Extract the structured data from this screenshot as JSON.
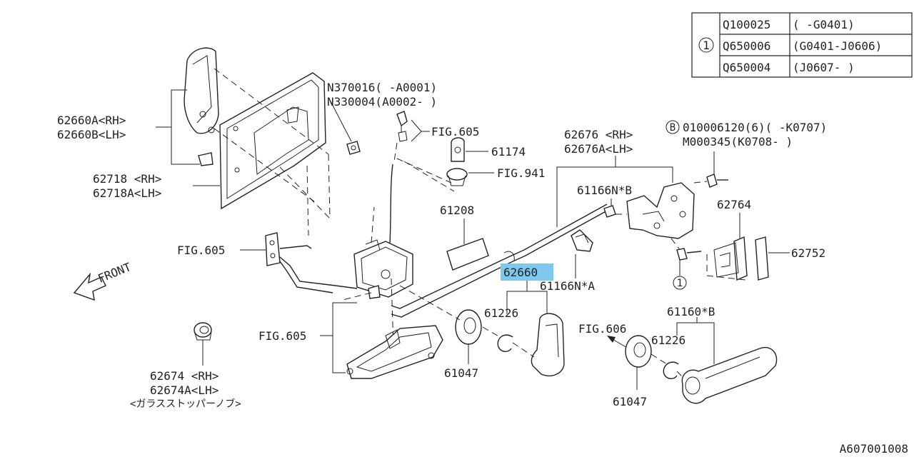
{
  "table": {
    "symbol": "1",
    "rows": [
      {
        "part": "Q100025",
        "range": "( -G0401)"
      },
      {
        "part": "Q650006",
        "range": "(G0401-J0606)"
      },
      {
        "part": "Q650004",
        "range": "(J0607- )"
      }
    ]
  },
  "labels": {
    "l62660a": "62660A<RH>",
    "l62660b": "62660B<LH>",
    "l62718": "62718 <RH>",
    "l62718a": "62718A<LH>",
    "n370016": "N370016( -A0001)",
    "n330004": "N330004(A0002- )",
    "fig605a": "FIG.605",
    "p61174": "61174",
    "fig941": "FIG.941",
    "p62676": "62676 <RH>",
    "p62676a": "62676A<LH>",
    "b_symbol": "B",
    "b010006120": "010006120(6)( -K0707)",
    "m000345": "M000345(K0708- )",
    "p61166b": "61166N*B",
    "p62764": "62764",
    "p61208": "61208",
    "fig605b": "FIG.605",
    "front": "FRONT",
    "p62660": "62660",
    "p61166a": "61166N*A",
    "p62752": "62752",
    "circle1": "1",
    "p61226a": "61226",
    "p61160b": "61160*B",
    "fig606": "FIG.606",
    "p61226b": "61226",
    "fig605c": "FIG.605",
    "p61047a": "61047",
    "p61047b": "61047",
    "p62674": "62674 <RH>",
    "p62674a": "62674A<LH>",
    "glass_stopper": "<ガラスストッパーノブ>",
    "diagram_id": "A607001008"
  },
  "colors": {
    "highlight": "#7ec8f0",
    "line": "#222222"
  }
}
